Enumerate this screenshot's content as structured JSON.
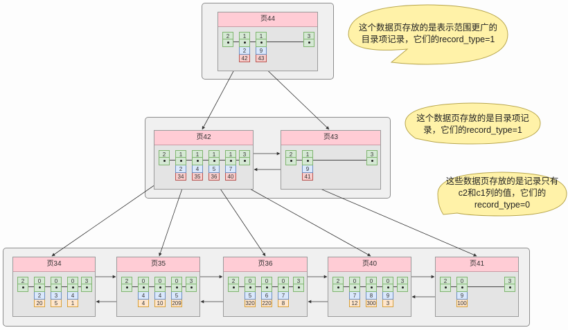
{
  "pages": [
    {
      "id": "p44",
      "title": "页44",
      "records": [
        {
          "type": "2"
        },
        {
          "type": "1",
          "key": "2",
          "ptr": "42"
        },
        {
          "type": "1",
          "key": "9",
          "ptr": "43"
        },
        {
          "type": "3"
        }
      ]
    },
    {
      "id": "p42",
      "title": "页42",
      "records": [
        {
          "type": "2"
        },
        {
          "type": "1",
          "key": "2",
          "ptr": "34"
        },
        {
          "type": "1",
          "key": "4",
          "ptr": "35"
        },
        {
          "type": "1",
          "key": "5",
          "ptr": "36"
        },
        {
          "type": "1",
          "key": "7",
          "ptr": "40"
        },
        {
          "type": "3"
        }
      ]
    },
    {
      "id": "p43",
      "title": "页43",
      "records": [
        {
          "type": "2"
        },
        {
          "type": "1",
          "key": "9",
          "ptr": "41"
        },
        {
          "type": "3"
        }
      ]
    },
    {
      "id": "p34",
      "title": "页34",
      "records": [
        {
          "type": "2"
        },
        {
          "type": "0",
          "key": "2",
          "val": "20"
        },
        {
          "type": "0",
          "key": "3",
          "val": "5"
        },
        {
          "type": "0",
          "key": "4",
          "val": "1"
        },
        {
          "type": "3"
        }
      ]
    },
    {
      "id": "p35",
      "title": "页35",
      "records": [
        {
          "type": "2"
        },
        {
          "type": "0",
          "key": "4",
          "val": "4"
        },
        {
          "type": "0",
          "key": "4",
          "val": "10"
        },
        {
          "type": "0",
          "key": "5",
          "val": "209"
        },
        {
          "type": "3"
        }
      ]
    },
    {
      "id": "p36",
      "title": "页36",
      "records": [
        {
          "type": "2"
        },
        {
          "type": "0",
          "key": "5",
          "val": "320"
        },
        {
          "type": "0",
          "key": "6",
          "val": "220"
        },
        {
          "type": "0",
          "key": "7",
          "val": "8"
        },
        {
          "type": "3"
        }
      ]
    },
    {
      "id": "p40",
      "title": "页40",
      "records": [
        {
          "type": "2"
        },
        {
          "type": "0",
          "key": "7",
          "val": "12"
        },
        {
          "type": "0",
          "key": "8",
          "val": "300"
        },
        {
          "type": "0",
          "key": "9",
          "val": "3"
        },
        {
          "type": "3"
        }
      ]
    },
    {
      "id": "p41",
      "title": "页41",
      "records": [
        {
          "type": "2"
        },
        {
          "type": "0",
          "key": "9",
          "val": "100"
        },
        {
          "type": "3"
        }
      ]
    }
  ],
  "callouts": {
    "top_line1": "这个数据页存放的是表示范围更广的",
    "top_line2": "目录项记录，它们的record_type=1",
    "mid_line1": "这个数据页存放的是目录项记",
    "mid_line2": "录，它们的record_type=1",
    "low_line1": "这些数据页存放的是记录只有",
    "low_line2": "c2和c1列的值，它们的",
    "low_line3": "record_type=0"
  },
  "colors": {
    "page_header": "#ffccd5",
    "record_type_cell": "#d5e8d4",
    "key_cell": "#dae8fc",
    "page_pointer_cell": "#f8cecc",
    "value_cell": "#ffe6cc",
    "callout_fill": "#fff2a8"
  }
}
